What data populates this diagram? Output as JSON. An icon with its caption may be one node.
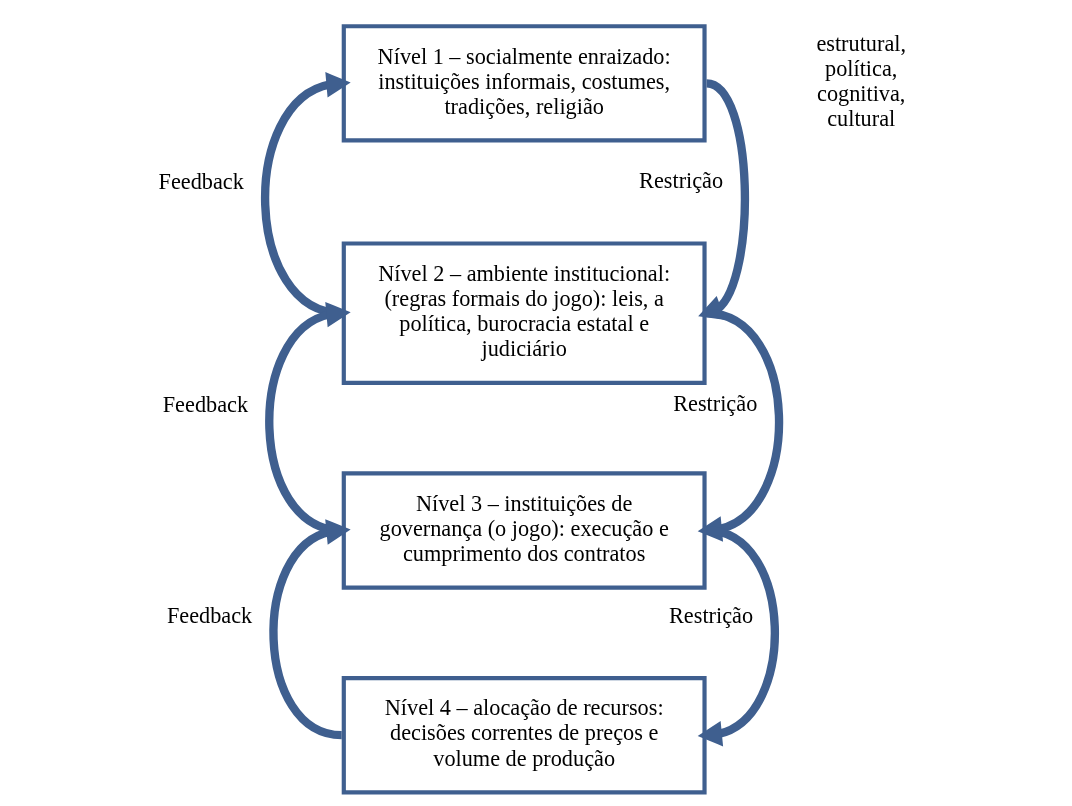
{
  "diagram": {
    "nodes": [
      {
        "text": [
          "Nível 1 – socialmente enraizado: instituições informais, costumes, tradições, religião"
        ]
      },
      {
        "text": [
          "Nível 2 – ambiente institucional: (regras formais do jogo): leis, a política, burocracia estatal e judiciário"
        ]
      },
      {
        "text": [
          "Nível 3 – instituições de governança (o jogo): execução e cumprimento dos contratos"
        ]
      },
      {
        "text": [
          "Nível 4 – alocação de recursos: decisões correntes de preços e volume de produção"
        ]
      }
    ],
    "edges": [
      {
        "from": 0,
        "to": 1,
        "arrow": "to",
        "label": "Restrição"
      },
      {
        "from": 1,
        "to": 0,
        "arrow": "to",
        "label": "Feedback"
      },
      {
        "from": 1,
        "to": 2,
        "arrow": "to",
        "label": "Restrição"
      },
      {
        "from": 2,
        "to": 1,
        "arrow": "to",
        "label": "Feedback"
      },
      {
        "from": 2,
        "to": 3,
        "arrow": "to",
        "label": "Restrição"
      },
      {
        "from": 3,
        "to": 2,
        "arrow": "to",
        "label": "Feedback"
      }
    ],
    "labels": [
      "estrutural, política, cognitiva, cultural"
    ]
  }
}
